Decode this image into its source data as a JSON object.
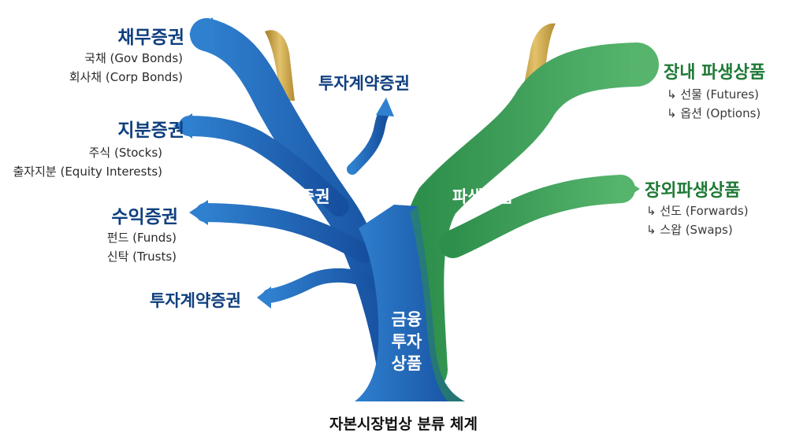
{
  "root": {
    "lines": [
      "금융",
      "투자",
      "상품"
    ]
  },
  "branches": {
    "securities": {
      "label": "증권",
      "debt": {
        "title": "채무증권",
        "items": [
          "국채 (Gov Bonds)",
          "회사채 (Corp Bonds)"
        ]
      },
      "equity": {
        "title": "지분증권",
        "items": [
          "주식 (Stocks)",
          "출자지분 (Equity Interests)"
        ]
      },
      "beneficiary": {
        "title": "수익증권",
        "items": [
          "펀드 (Funds)",
          "신탁 (Trusts)"
        ]
      },
      "investment_contract_left": {
        "title": "투자계약증권"
      },
      "investment_contract_top": {
        "title": "투자계약증권"
      }
    },
    "derivatives": {
      "label": "파생상품",
      "exchange": {
        "title": "장내 파생상품",
        "items": [
          "↳ 선물 (Futures)",
          "↳ 옵션 (Options)"
        ]
      },
      "otc": {
        "title": "장외파생상품",
        "items": [
          "↳ 선도 (Forwards)",
          "↳ 스왑 (Swaps)"
        ]
      }
    }
  },
  "caption": "자본시장법상 분류 체계",
  "colors": {
    "securities_blue": "#1f63b5",
    "derivatives_green": "#3aa05a",
    "gold": "#c9a34a"
  }
}
